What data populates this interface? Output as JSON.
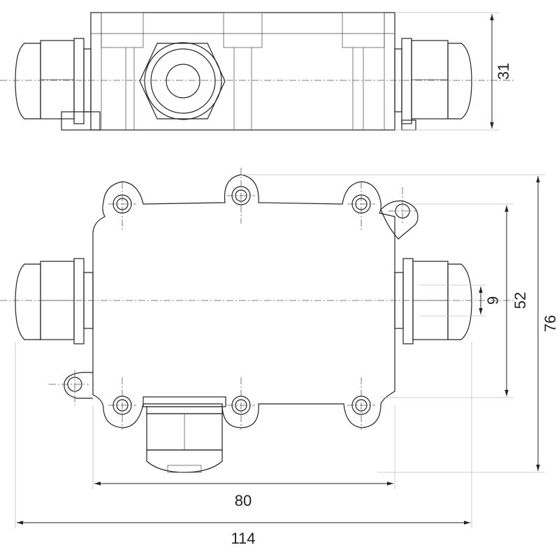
{
  "dimensions": {
    "height": "31",
    "overall_length": "114",
    "body_length": "80",
    "overall_width": "76",
    "mount_spacing": "52",
    "offset": "9"
  }
}
